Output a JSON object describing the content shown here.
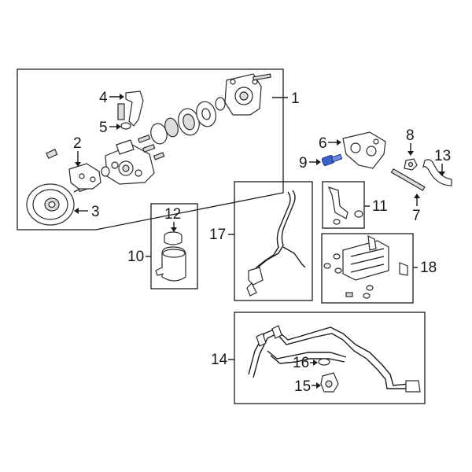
{
  "diagram": {
    "colors": {
      "highlight": "#3a62c9",
      "ink": "#1a1a1a"
    },
    "callouts": {
      "c1": "1",
      "c2": "2",
      "c3": "3",
      "c4": "4",
      "c5": "5",
      "c6": "6",
      "c7": "7",
      "c8": "8",
      "c9": "9",
      "c10": "10",
      "c11": "11",
      "c12": "12",
      "c13": "13",
      "c14": "14",
      "c15": "15",
      "c16": "16",
      "c17": "17",
      "c18": "18"
    },
    "highlighted_part": "9"
  }
}
